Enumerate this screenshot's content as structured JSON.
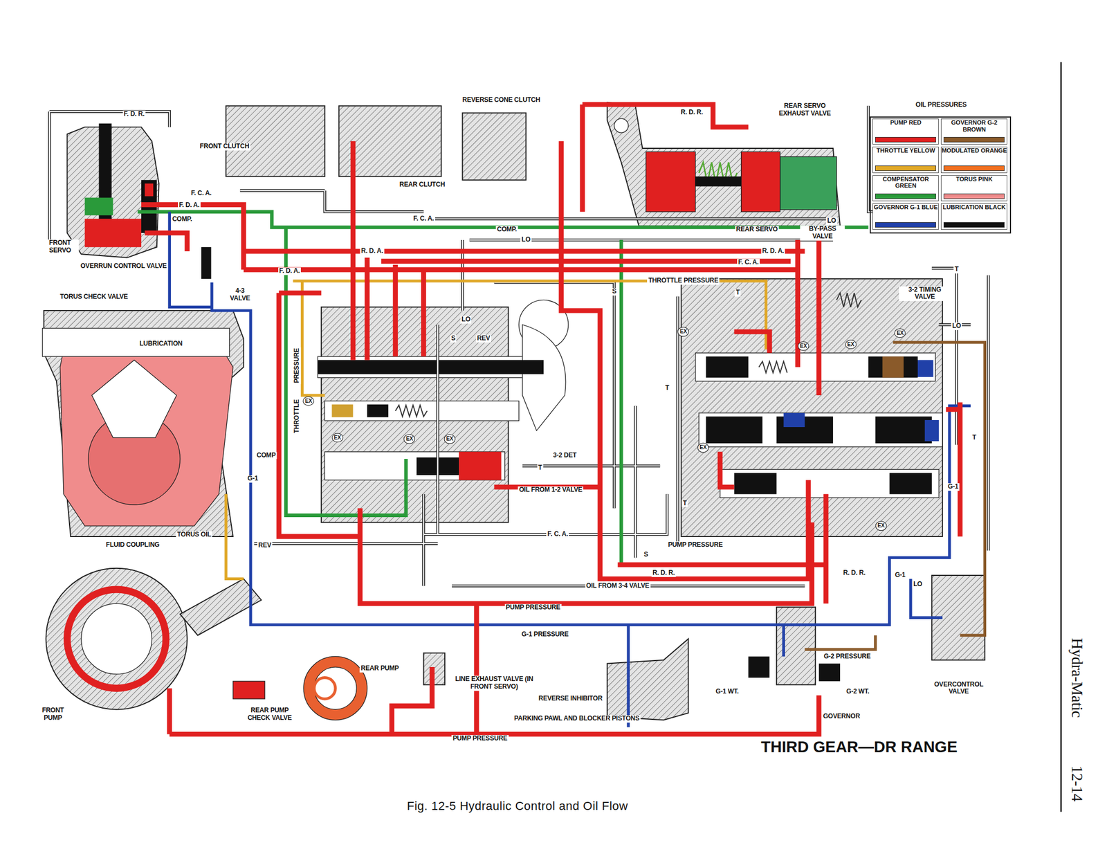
{
  "diagram": {
    "title": "THIRD GEAR—DR RANGE",
    "caption": "Fig. 12-5 Hydraulic Control and Oil Flow",
    "labels": [
      "F. D. R.",
      "FRONT CLUTCH",
      "REVERSE CONE CLUTCH",
      "REAR CLUTCH",
      "R. D. R.",
      "REAR SERVO EXHAUST VALVE",
      "F. C. A.",
      "F. D. A.",
      "COMP.",
      "F. C. A.",
      "COMP.",
      "LO",
      "REAR SERVO",
      "BY-PASS VALVE",
      "LO",
      "OIL PRESSURES",
      "FRONT SERVO",
      "OVERRUN CONTROL VALVE",
      "R. D. A.",
      "R. D. A.",
      "F. D. A.",
      "F. C. A.",
      "4-3 VALVE",
      "THROTTLE PRESSURE",
      "S",
      "T",
      "T",
      "3-2 TIMING VALVE",
      "TORUS CHECK VALVE",
      "LUBRICATION",
      "PRESSURE",
      "THROTTLE",
      "LO",
      "S",
      "REV",
      "LO",
      "EX",
      "EX",
      "EX",
      "EX",
      "EX",
      "EX",
      "EX",
      "EX",
      "EX",
      "EX",
      "T",
      "3-2 DET",
      "T",
      "OIL FROM 1-2 VALVE",
      "COMP",
      "G-1",
      "T",
      "G-1",
      "T",
      "FLUID COUPLING",
      "TORUS OIL",
      "REV",
      "F. C. A.",
      "PUMP PRESSURE",
      "S",
      "R. D. R.",
      "R. D. R.",
      "OIL FROM 3-4 VALVE",
      "PUMP PRESSURE",
      "G-1 PRESSURE",
      "G-1",
      "LO",
      "G-2 PRESSURE",
      "REAR PUMP",
      "LINE EXHAUST VALVE (IN FRONT SERVO)",
      "REVERSE INHIBITOR",
      "G-1 WT.",
      "G-2 WT.",
      "OVERCONTROL VALVE",
      "FRONT PUMP",
      "REAR PUMP CHECK VALVE",
      "PARKING PAWL AND BLOCKER PISTONS",
      "GOVERNOR",
      "PUMP PRESSURE",
      "Hydra-Matic",
      "12-14"
    ],
    "legend": [
      {
        "text": "PUMP RED",
        "color": "#e02020"
      },
      {
        "text": "GOVERNOR G-2 BROWN",
        "color": "#8a5a2a"
      },
      {
        "text": "THROTTLE YELLOW",
        "color": "#e0a828"
      },
      {
        "text": "MODULATED ORANGE",
        "color": "#f07020"
      },
      {
        "text": "COMPENSATOR GREEN",
        "color": "#2a9a3a"
      },
      {
        "text": "TORUS PINK",
        "color": "#f08c8c"
      },
      {
        "text": "GOVERNOR G-1 BLUE",
        "color": "#2040a8"
      },
      {
        "text": "LUBRICATION BLACK",
        "color": "#111111"
      }
    ]
  }
}
